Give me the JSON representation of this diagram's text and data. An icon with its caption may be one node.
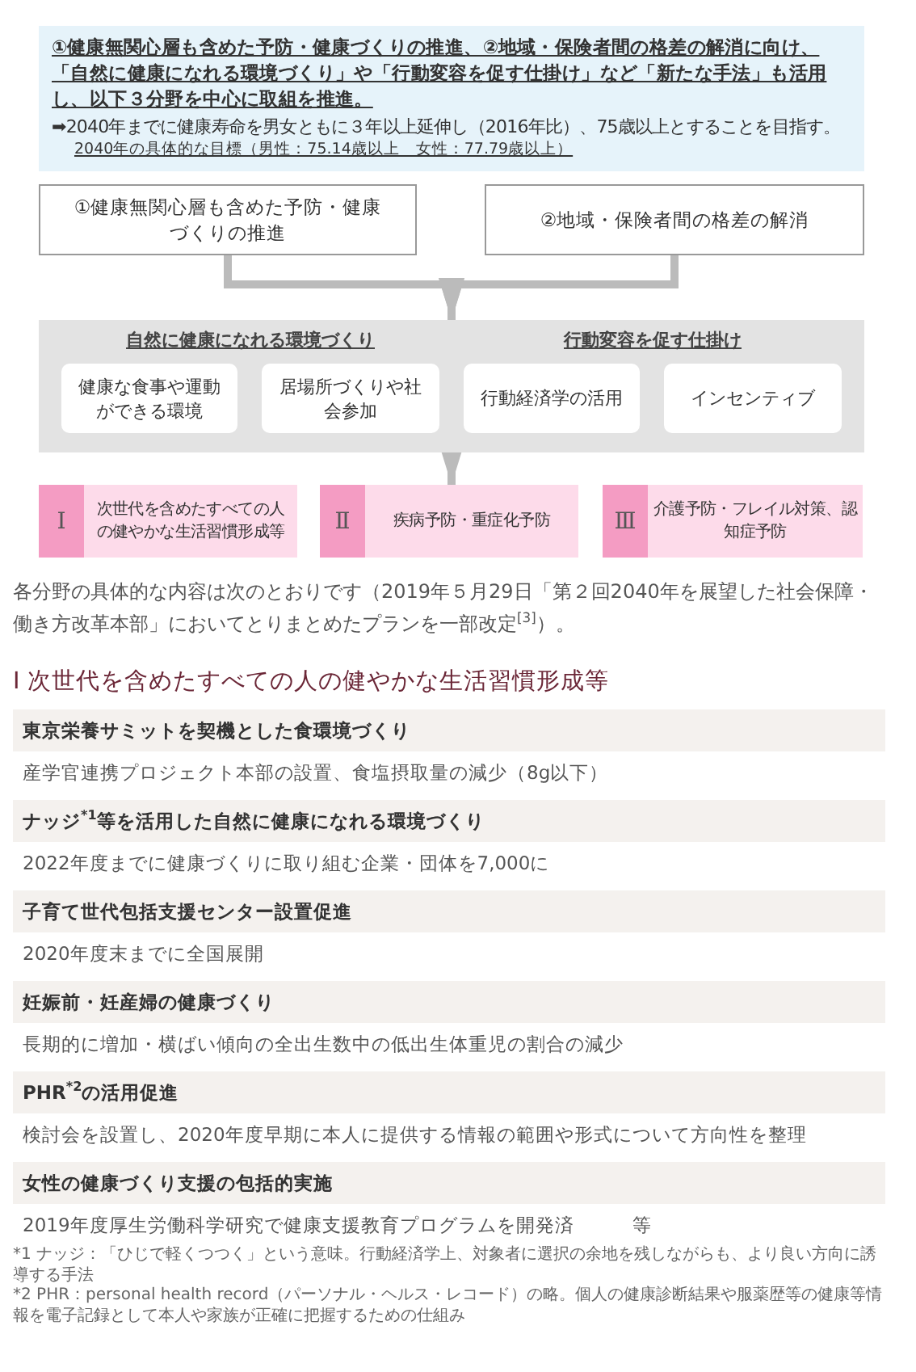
{
  "diagram": {
    "nodes": [
      {
        "text": [
          "①健康無関心層も含めた予防・健康づくりの推進、②地域・保険者間の格差の解消に向け、「自然に健康になれる環境づくり」や「行動変容を促す仕掛け」など「新たな手法」も活用し、以下３分野を中心に取組を推進。",
          "➡2040年までに健康寿命を男女ともに３年以上延伸し（2016年比）、75歳以上とすることを目指す。",
          "2040年の具体的な目標（男性：75.14歳以上　女性：77.79歳以上）"
        ]
      },
      {
        "text": [
          "①健康無関心層も含めた予防・健康づくりの推進"
        ]
      },
      {
        "text": [
          "②地域・保険者間の格差の解消"
        ]
      },
      {
        "text": [
          "自然に健康になれる環境づくり",
          "行動変容を促す仕掛け"
        ]
      },
      {
        "text": [
          "健康な食事や運動ができる環境"
        ],
        "in": 3
      },
      {
        "text": [
          "居場所づくりや社会参加"
        ],
        "in": 3
      },
      {
        "text": [
          "行動経済学の活用"
        ],
        "in": 3
      },
      {
        "text": [
          "インセンティブ"
        ],
        "in": 3
      },
      {
        "text": [
          "Ⅰ",
          "次世代を含めたすべての人の健やかな生活習慣形成等"
        ]
      },
      {
        "text": [
          "Ⅱ",
          "疾病予防・重症化予防"
        ]
      },
      {
        "text": [
          "Ⅲ",
          "介護予防・フレイル対策、認知症予防"
        ]
      }
    ],
    "edges": [
      {
        "from": 1,
        "to": 3,
        "arrow": "to"
      },
      {
        "from": 2,
        "to": 3,
        "arrow": "to"
      },
      {
        "from": 3,
        "to": 9,
        "arrow": "to"
      }
    ],
    "labels": [
      "各分野の具体的な内容は次のとおりです（2019年５月29日「第２回2040年を展望した社会保障・働き方改革本部」においてとりまとめたプランを一部改定$^{[3]}$）。",
      "Ⅰ 次世代を含めたすべての人の健やかな生活習慣形成等",
      "東京栄養サミットを契機とした食環境づくり",
      "産学官連携プロジェクト本部の設置、食塩摂取量の減少（8g以下）",
      "ナッジ$^{*1}$等を活用した自然に健康になれる環境づくり",
      "2022年度までに健康づくりに取り組む企業・団体を7,000に",
      "子育て世代包括支援センター設置促進",
      "2020年度末までに全国展開",
      "妊娠前・妊産婦の健康づくり",
      "長期的に増加・横ばい傾向の全出生数中の低出生体重児の割合の減少",
      "PHR$^{*2}$の活用促進",
      "検討会を設置し、2020年度早期に本人に提供する情報の範囲や形式について方向性を整理",
      "女性の健康づくり支援の包括的実施",
      "2019年度厚生労働科学研究で健康支援教育プログラムを開発済　　　等",
      "*1 ナッジ：「ひじで軽くつつく」という意味。行動経済学上、対象者に選択の余地を残しながらも、より良い方向に誘導する手法",
      "*2 PHR：personal health record（パーソナル・ヘルス・レコード）の略。個人の健康診断結果や服薬歴等の健康等情報を電子記録として本人や家族が正確に把握するための仕組み"
    ]
  }
}
